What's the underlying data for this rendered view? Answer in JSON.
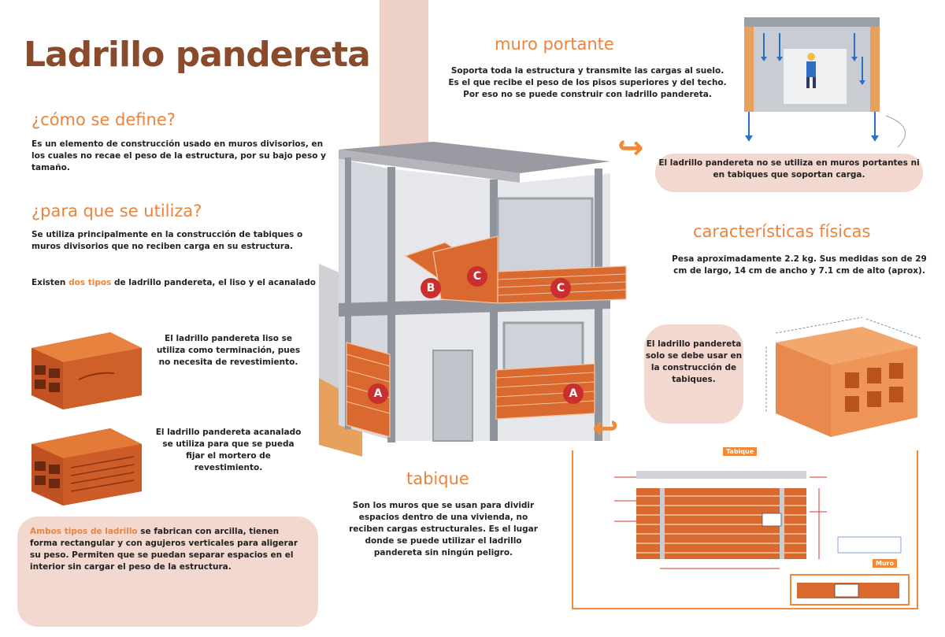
{
  "title": "Ladrillo pandereta",
  "left": {
    "define_heading": "¿cómo se define?",
    "define_text": "Es un elemento de construcción usado en muros divisorios, en los cuales no recae el peso de la estructura, por su bajo peso y tamaño.",
    "use_heading": "¿para que se utiliza?",
    "use_text_1": "Se utiliza principalmente en la construcción de tabiques o muros divisorios que no reciben carga en su estructura.",
    "use_text_2_prefix": "Existen",
    "use_text_2_highlight": "dos tipos",
    "use_text_2_suffix": "de ladrillo pandereta, el liso y el acanalado",
    "type_liso": "El ladrillo pandereta liso se utiliza como terminación, pues no necesita de revestimiento.",
    "type_acanalado": "El ladrillo pandereta acanalado se utiliza para que se pueda fijar el mortero de revestimiento.",
    "box_highlight": "Ambos tipos de ladrillo",
    "box_text": "se fabrican con arcilla, tienen forma rectangular y con agujeros verticales para aligerar su peso. Permiten que se puedan separar espacios en el interior sin cargar el peso de la estructura."
  },
  "right": {
    "muro_heading": "muro portante",
    "muro_text": "Soporta toda la estructura y transmite las cargas al suelo. Es el que recibe el peso de los pisos superiores y del techo. Por eso no se puede construir con ladrillo pandereta.",
    "muro_box": "El ladrillo pandereta no se utiliza en muros portantes ni en tabiques que soportan carga.",
    "caract_heading": "características físicas",
    "caract_text": "Pesa aproximadamente 2.2 kg. Sus medidas son de 29 cm de largo, 14 cm de ancho y 7.1 cm de alto (aprox).",
    "caract_box": "El ladrillo pandereta solo se debe usar en la construcción de tabiques.",
    "tabique_heading": "tabique",
    "tabique_text": "Son los muros que se usan para dividir espacios dentro de una vivienda, no reciben cargas estructurales. Es el lugar donde se puede utilizar el ladrillo pandereta sin ningún peligro."
  },
  "building_letters": [
    "A",
    "B",
    "C",
    "C",
    "A"
  ],
  "diagram_tags": [
    "Tabique",
    "Muro"
  ],
  "colors": {
    "title": "#8a4a2c",
    "heading": "#e8843e",
    "pink_box": "#f3d8cf",
    "brick": "#d9692f",
    "marker": "#c92f2f"
  }
}
